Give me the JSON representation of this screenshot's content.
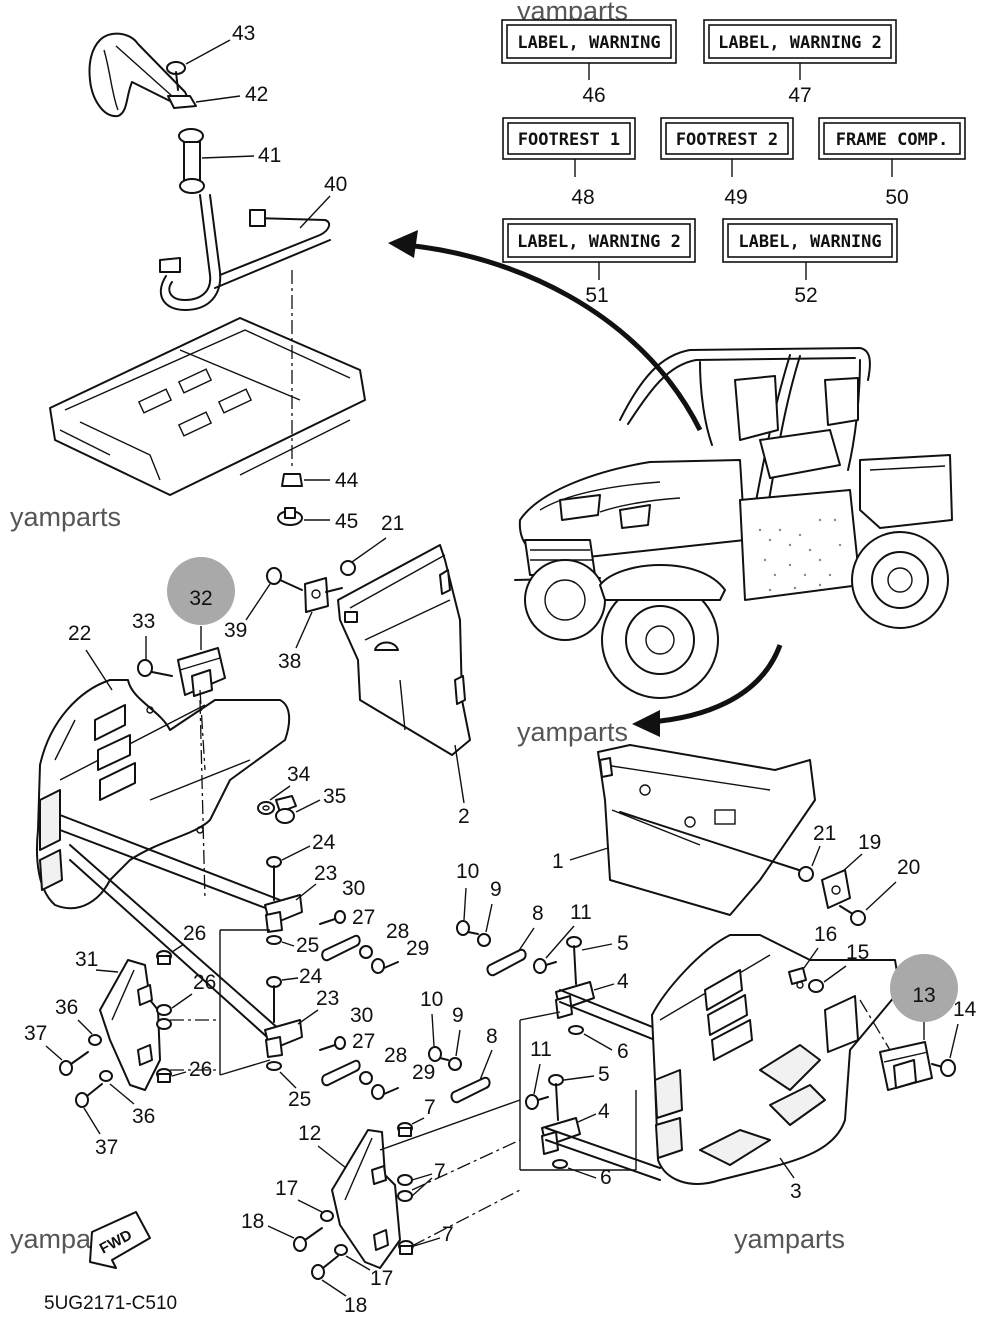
{
  "watermarks": [
    "yamparts",
    "yamparts",
    "yamparts",
    "yamparts",
    "yamparts",
    "yamparts"
  ],
  "diagram_code": "5UG2171-C510",
  "fwd_label": "FWD",
  "labels": [
    {
      "text": "LABEL, WARNING",
      "num": "46"
    },
    {
      "text": "LABEL, WARNING 2",
      "num": "47"
    },
    {
      "text": "FOOTREST 1",
      "num": "48"
    },
    {
      "text": "FOOTREST 2",
      "num": "49"
    },
    {
      "text": "FRAME COMP.",
      "num": "50"
    },
    {
      "text": "LABEL, WARNING 2",
      "num": "51"
    },
    {
      "text": "LABEL, WARNING",
      "num": "52"
    }
  ],
  "highlighted_callouts": [
    "32",
    "13"
  ],
  "callouts": {
    "c43": "43",
    "c42": "42",
    "c41": "41",
    "c40": "40",
    "c44": "44",
    "c45": "45",
    "c21a": "21",
    "c39": "39",
    "c38": "38",
    "c2": "2",
    "c22": "22",
    "c33": "33",
    "c34": "34",
    "c35": "35",
    "c24a": "24",
    "c23a": "23",
    "c30a": "30",
    "c27a": "27",
    "c28a": "28",
    "c29a": "29",
    "c26a": "26",
    "c25a": "25",
    "c31": "31",
    "c26b": "26",
    "c36a": "36",
    "c37a": "37",
    "c24b": "24",
    "c23b": "23",
    "c30b": "30",
    "c27b": "27",
    "c28b": "28",
    "c29b": "29",
    "c26c": "26",
    "c25b": "25",
    "c36b": "36",
    "c37b": "37",
    "c1": "1",
    "c21b": "21",
    "c19": "19",
    "c20": "20",
    "c10a": "10",
    "c9a": "9",
    "c8a": "8",
    "c11a": "11",
    "c5a": "5",
    "c4a": "4",
    "c6a": "6",
    "c16": "16",
    "c15": "15",
    "c14": "14",
    "c10b": "10",
    "c9b": "9",
    "c8b": "8",
    "c11b": "11",
    "c5b": "5",
    "c4b": "4",
    "c6b": "6",
    "c7a": "7",
    "c7b": "7",
    "c7c": "7",
    "c12": "12",
    "c17a": "17",
    "c18a": "18",
    "c17b": "17",
    "c18b": "18",
    "c3": "3"
  }
}
